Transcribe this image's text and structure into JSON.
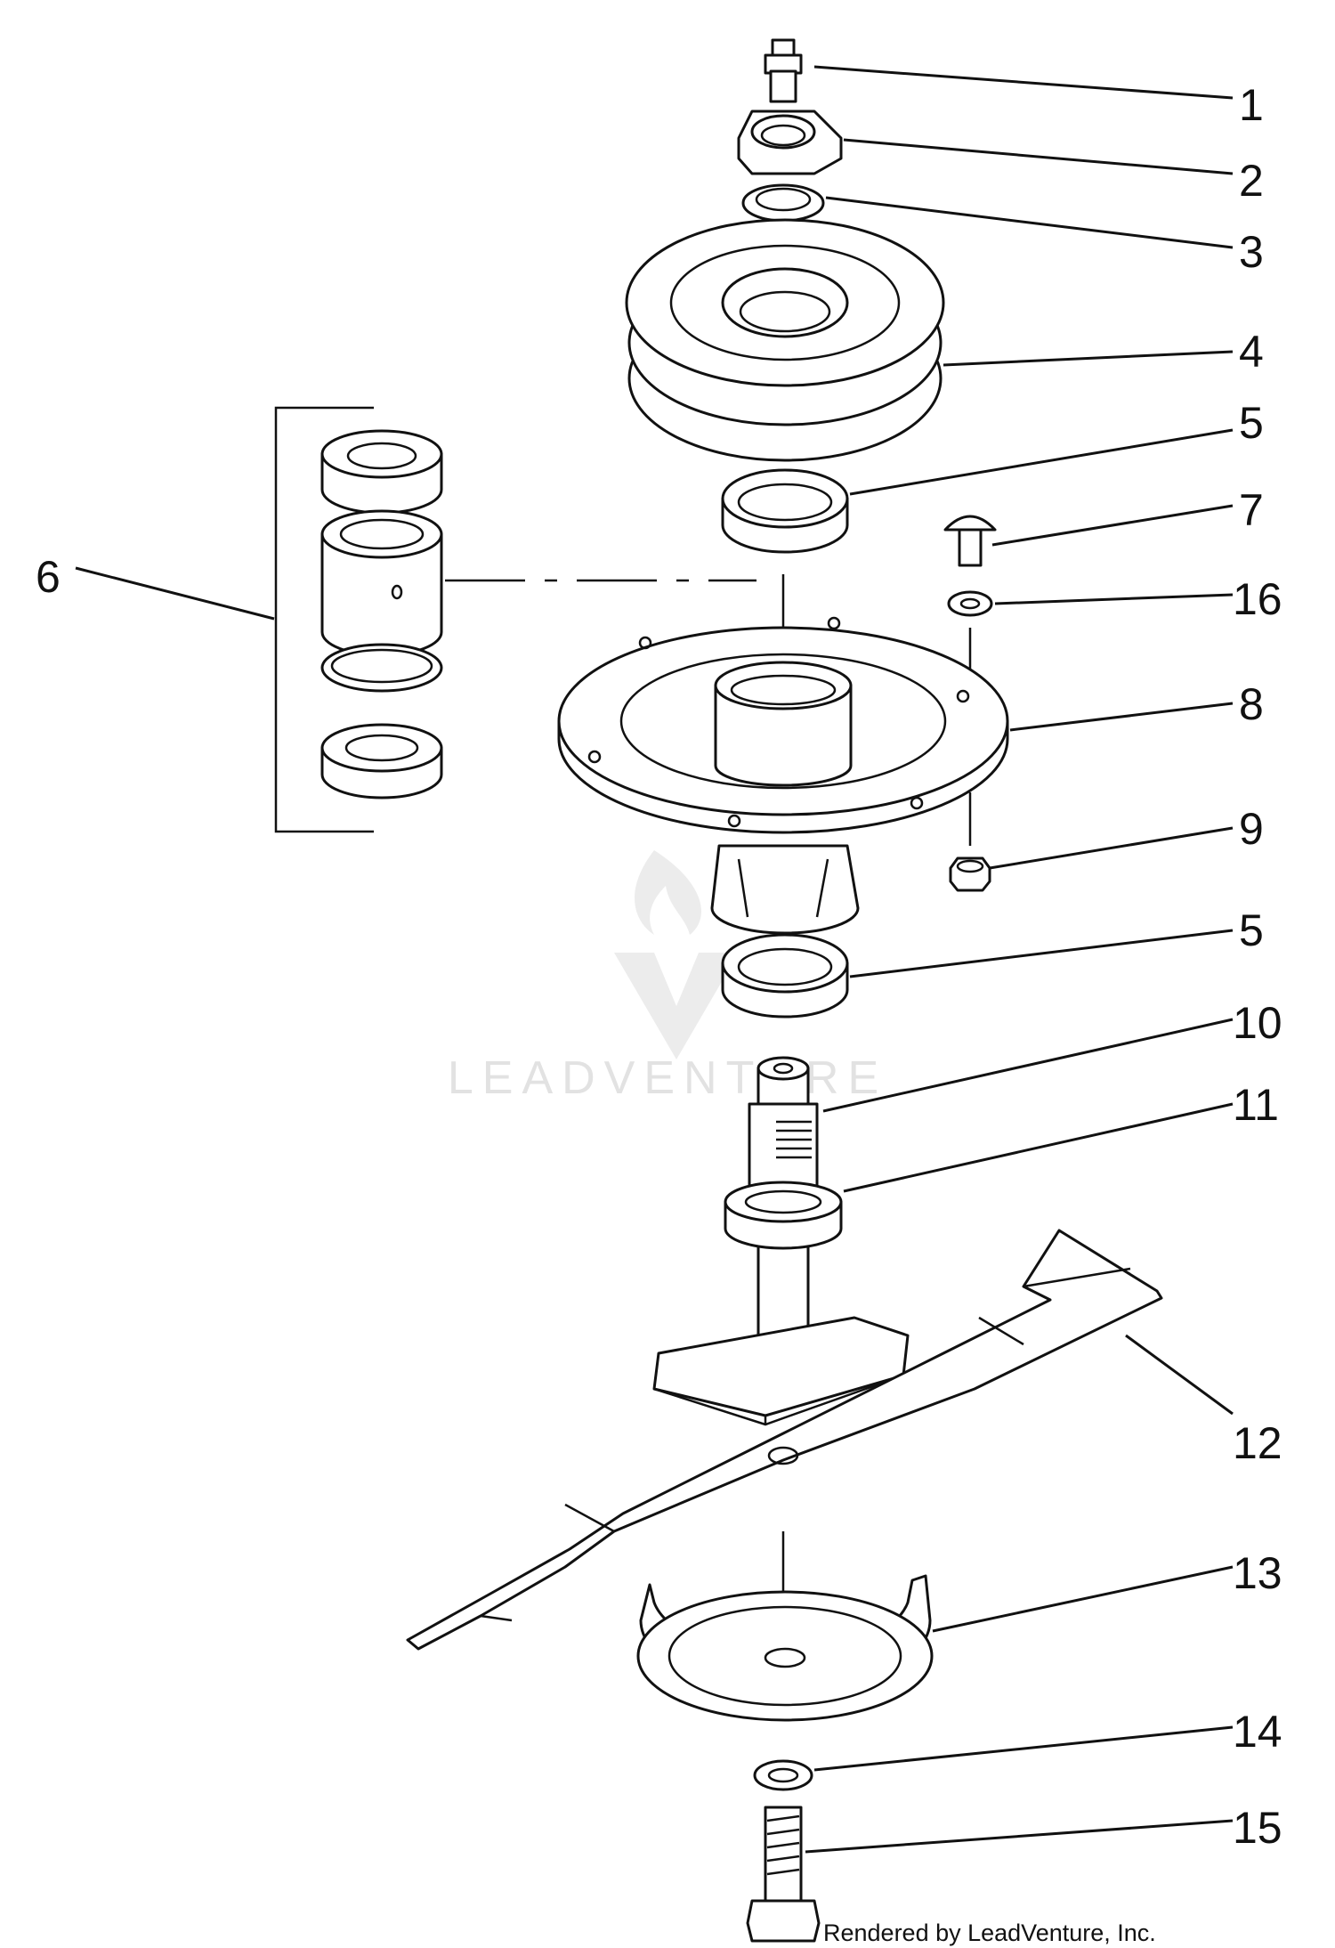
{
  "watermark": {
    "text": "LEADVENTURE"
  },
  "credit": "Rendered by LeadVenture, Inc.",
  "callouts": [
    {
      "label": "1"
    },
    {
      "label": "2"
    },
    {
      "label": "3"
    },
    {
      "label": "4"
    },
    {
      "label": "5"
    },
    {
      "label": "7"
    },
    {
      "label": "16"
    },
    {
      "label": "6"
    },
    {
      "label": "8"
    },
    {
      "label": "9"
    },
    {
      "label": "5"
    },
    {
      "label": "10"
    },
    {
      "label": "11"
    },
    {
      "label": "12"
    },
    {
      "label": "13"
    },
    {
      "label": "14"
    },
    {
      "label": "15"
    }
  ]
}
